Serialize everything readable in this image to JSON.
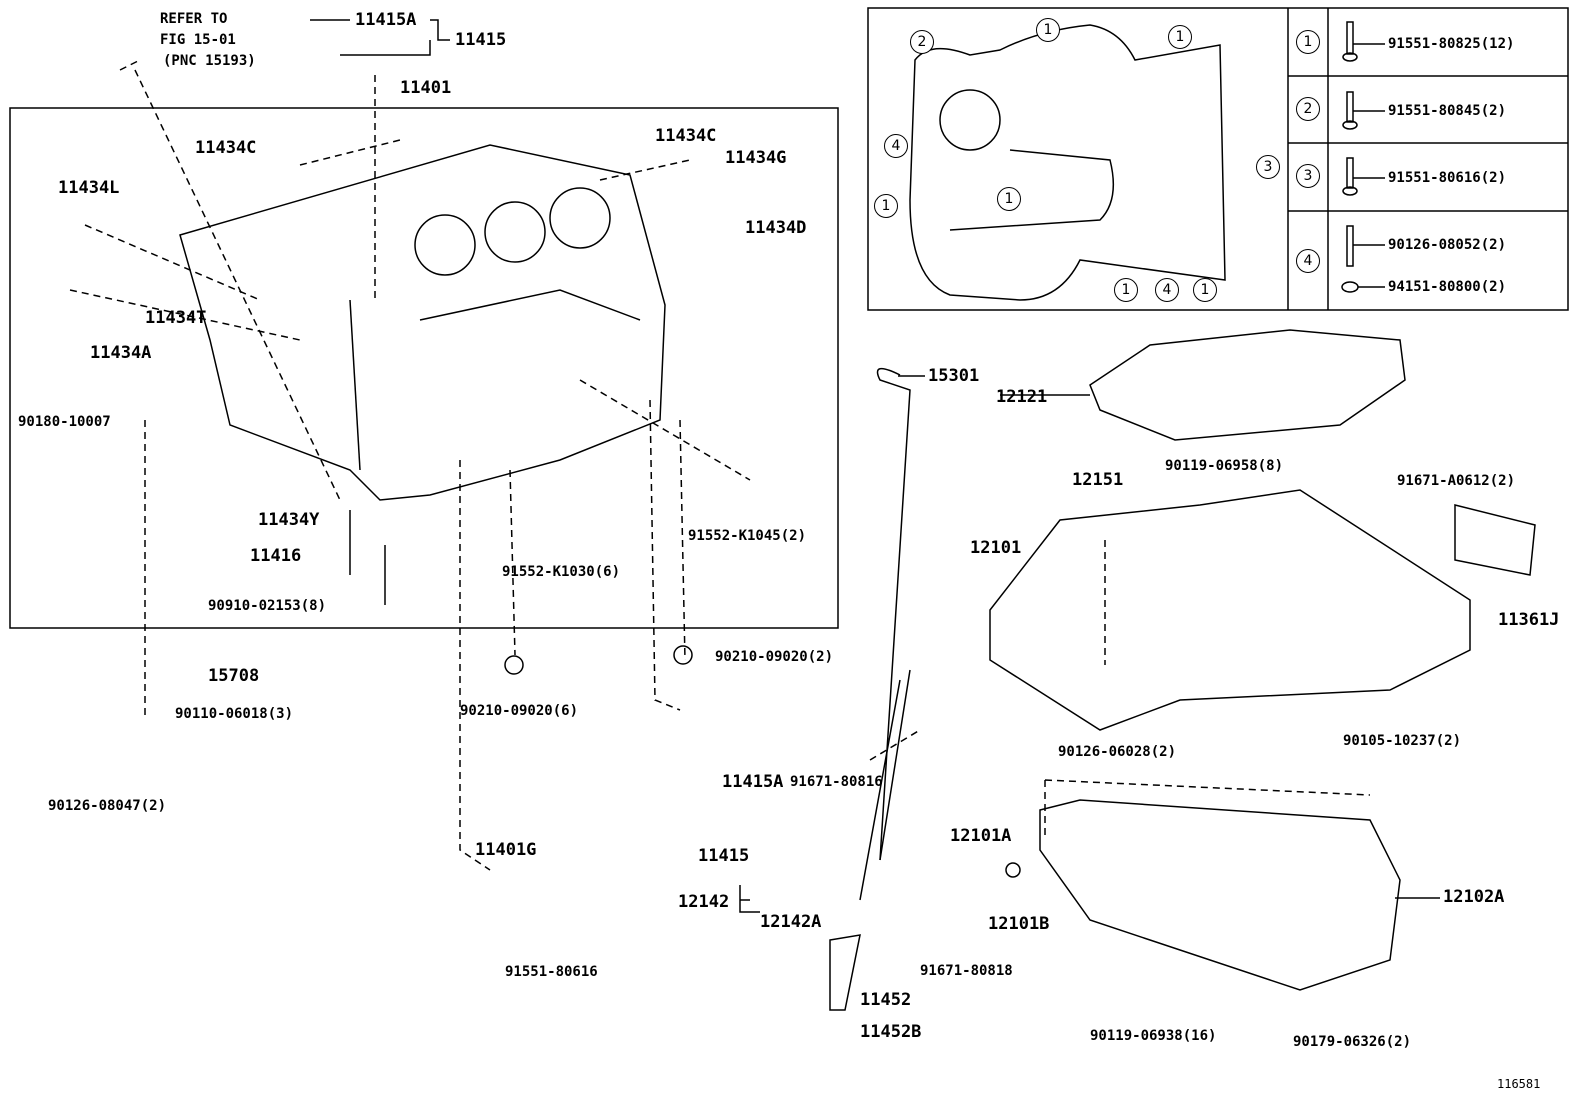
{
  "refer_note": [
    "REFER TO",
    "FIG 15-01",
    "(PNC 15193)"
  ],
  "labels": [
    "11415A",
    "11415",
    "11401",
    "11434C",
    "11434C",
    "11434G",
    "11434L",
    "11434D",
    "11434T",
    "11434A",
    "90180-10007",
    "11434Y",
    "11416",
    "90910-02153(8)",
    "91552-K1030(6)",
    "91552-K1045(2)",
    "15708",
    "90110-06018(3)",
    "90210-09020(6)",
    "90210-09020(2)",
    "90126-08047(2)",
    "11415A",
    "11415",
    "11401G",
    "91551-80616",
    "91671-80816",
    "12142",
    "12142A",
    "91671-80818",
    "11452",
    "11452B",
    "15301",
    "12121",
    "90119-06958(8)",
    "12151",
    "91671-A0612(2)",
    "12101",
    "11361J",
    "90126-06028(2)",
    "90105-10237(2)",
    "12101A",
    "12101B",
    "12102A",
    "90119-06938(16)",
    "90179-06326(2)"
  ],
  "illustration_id": "116581",
  "bolt_legend": [
    {
      "callout": "1",
      "parts": [
        "91551-80825(12)"
      ]
    },
    {
      "callout": "2",
      "parts": [
        "91551-80845(2)"
      ]
    },
    {
      "callout": "3",
      "parts": [
        "91551-80616(2)"
      ]
    },
    {
      "callout": "4",
      "parts": [
        "90126-08052(2)",
        "94151-80800(2)"
      ]
    }
  ],
  "inset_callouts": [
    "2",
    "1",
    "1",
    "4",
    "3",
    "1",
    "1",
    "1",
    "4",
    "1"
  ]
}
